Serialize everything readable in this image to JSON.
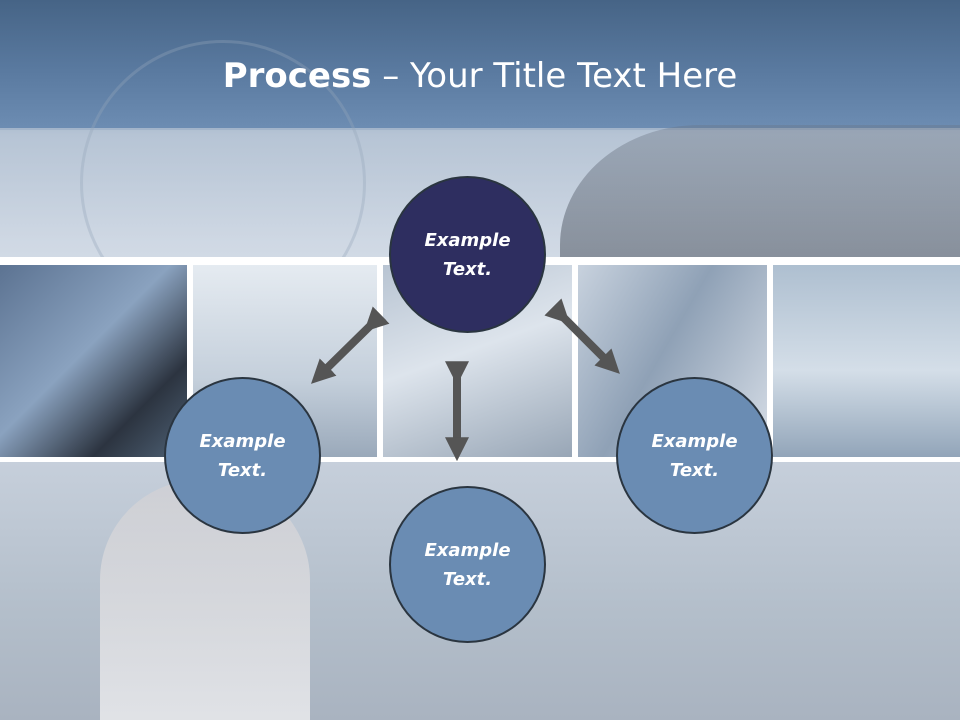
{
  "title": {
    "bold": "Process",
    "rest": " – Your Title Text Here"
  },
  "nodes": {
    "center": "Example\nText.",
    "left": "Example\nText.",
    "right": "Example\nText.",
    "bottom": "Example\nText."
  },
  "colors": {
    "center_node": "#2e2e60",
    "outer_node": "#6a8cb3",
    "arrow": "#555555",
    "title_band": "#5a7aa0"
  }
}
